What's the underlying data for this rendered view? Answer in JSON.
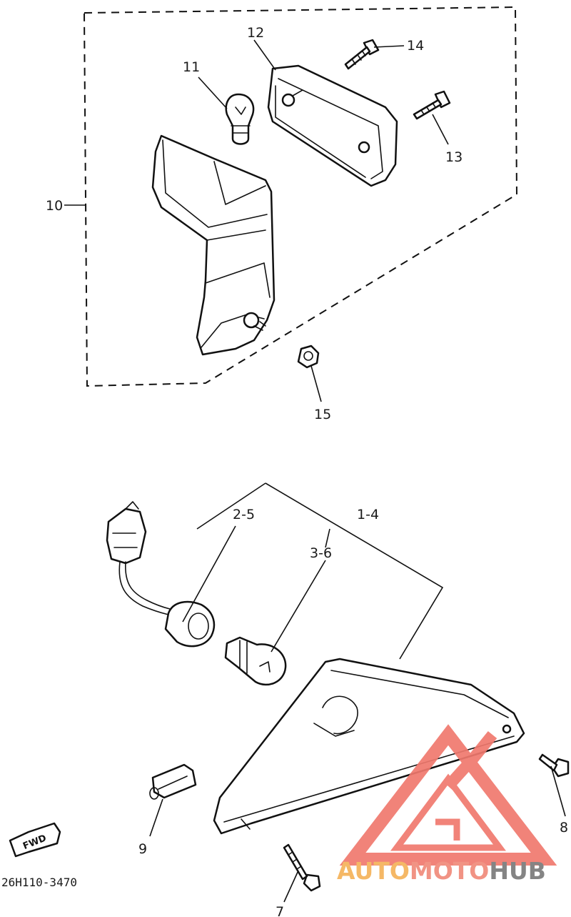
{
  "callouts": {
    "c1": "1-4",
    "c2": "2-5",
    "c3": "3-6",
    "c7": "7",
    "c8": "8",
    "c9": "9",
    "c10": "10",
    "c11": "11",
    "c12": "12",
    "c13": "13",
    "c14": "14",
    "c15": "15"
  },
  "drawing_code": "26H110-3470",
  "fwd_tag": "FWD",
  "watermark": {
    "part1": "AUTO",
    "part2": "MOTO",
    "part3": "HUB",
    "colors": {
      "auto": "#f5b35a",
      "moto": "#f08a7a",
      "hub": "#7a7a7a",
      "emblem": "#f0796e"
    }
  }
}
